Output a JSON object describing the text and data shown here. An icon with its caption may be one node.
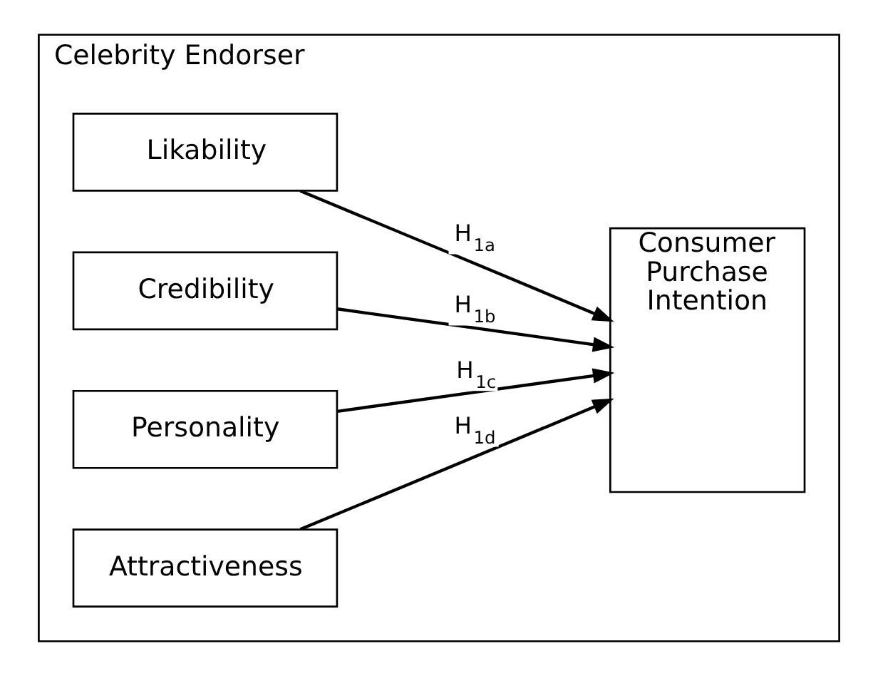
{
  "diagram": {
    "nodes": [
      {
        "text": [
          "Celebrity Endorser"
        ]
      },
      {
        "text": [
          "Likability"
        ],
        "in": 0
      },
      {
        "text": [
          "Credibility"
        ],
        "in": 0
      },
      {
        "text": [
          "Personality"
        ],
        "in": 0
      },
      {
        "text": [
          "Attractiveness"
        ],
        "in": 0
      },
      {
        "text": [
          "Consumer Purchase Intention"
        ],
        "in": 0
      }
    ],
    "edges": [
      {
        "from": 1,
        "to": 5,
        "arrow": "to",
        "label": "H$_{1a}$"
      },
      {
        "from": 2,
        "to": 5,
        "arrow": "to",
        "label": "H$_{1b}$"
      },
      {
        "from": 3,
        "to": 5,
        "arrow": "to",
        "label": "H$_{1c}$"
      },
      {
        "from": 4,
        "to": 5,
        "arrow": "to",
        "label": "H$_{1d}$"
      }
    ]
  }
}
